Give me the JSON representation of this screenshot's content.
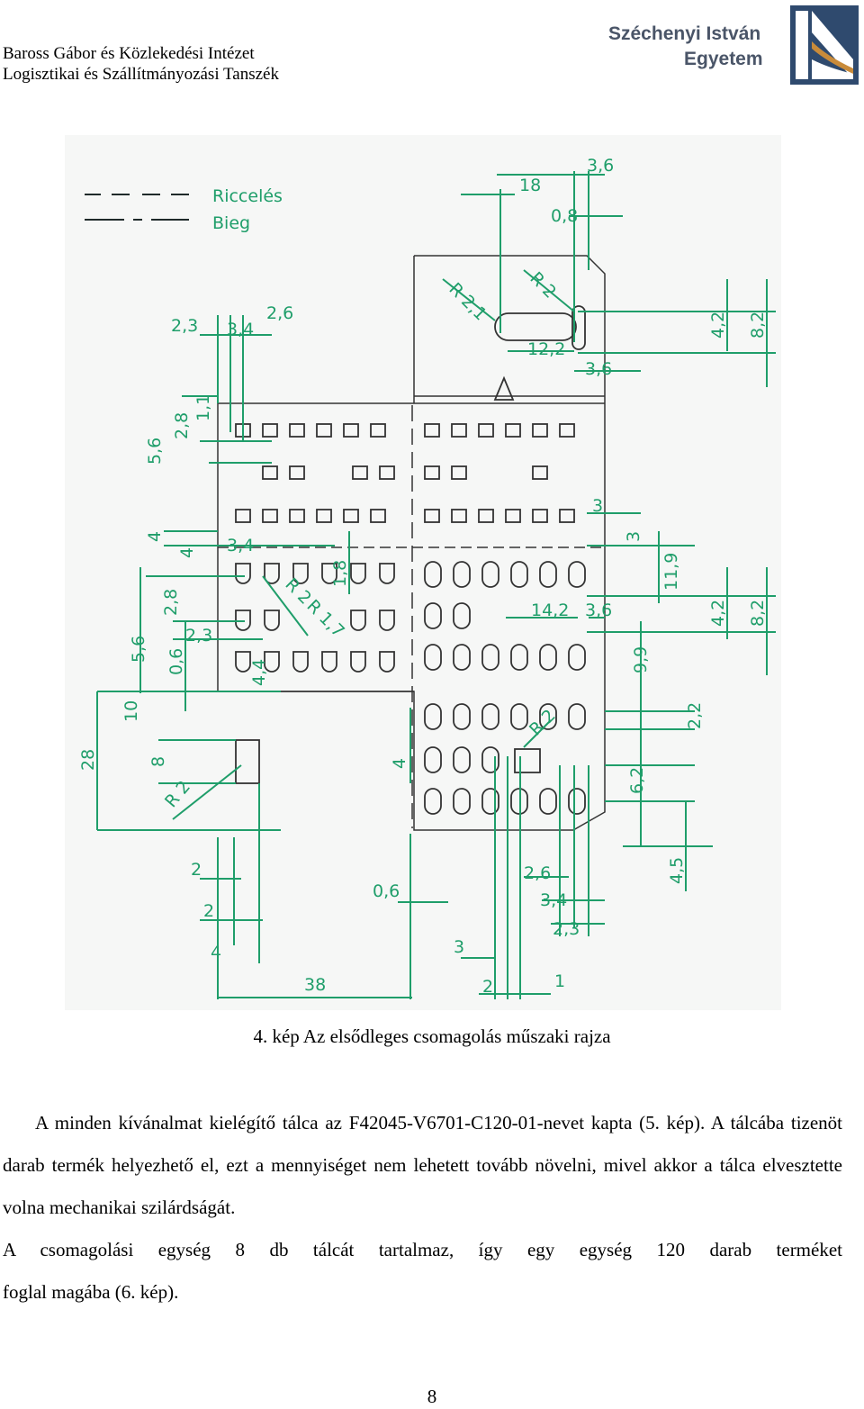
{
  "header": {
    "line1": "Baross Gábor és Közlekedési Intézet",
    "line2": "Logisztikai és Szállítmányozási Tanszék",
    "logo_line1": "Széchenyi István",
    "logo_line2": "Egyetem"
  },
  "drawing": {
    "legend": [
      "Riccelés",
      "Bieg"
    ],
    "dimensions": [
      "18",
      "3,6",
      "0,8",
      "R 2,1",
      "R 2",
      "4,2",
      "8,2",
      "12,2",
      "3,6",
      "2,3",
      "3,4",
      "2,6",
      "1,1",
      "2,8",
      "5,6",
      "3",
      "3",
      "4",
      "3,4",
      "11,9",
      "4",
      "R 2",
      "R 1,7",
      "1,8",
      "14,2",
      "3,6",
      "4,2",
      "8,2",
      "2,8",
      "2,3",
      "5,6",
      "0,6",
      "9,9",
      "4,4",
      "10",
      "R 2",
      "2,2",
      "28",
      "4",
      "8",
      "R 2",
      "6,2",
      "2",
      "0,6",
      "2,6",
      "4,5",
      "2",
      "3,4",
      "2,3",
      "4",
      "3",
      "38",
      "2",
      "1"
    ],
    "colors": {
      "line": "#1f9e6a",
      "outline": "#333333",
      "background": "#f6f7f6"
    }
  },
  "caption": "4. kép Az elsődleges csomagolás műszaki rajza",
  "paragraph1": "A minden kívánalmat kielégítő tálca az F42045-V6701-C120-01-nevet kapta (5. kép). A tálcába tizenöt darab termék helyezhető el, ezt a mennyiséget nem lehetett tovább növelni, mivel akkor a tálca elvesztette volna mechanikai szilárdságát.",
  "paragraph2_line1": "A csomagolási egység 8 db tálcát tartalmaz, így egy egység 120 darab terméket",
  "paragraph2_line2": "foglal magába (6. kép).",
  "page_number": "8"
}
